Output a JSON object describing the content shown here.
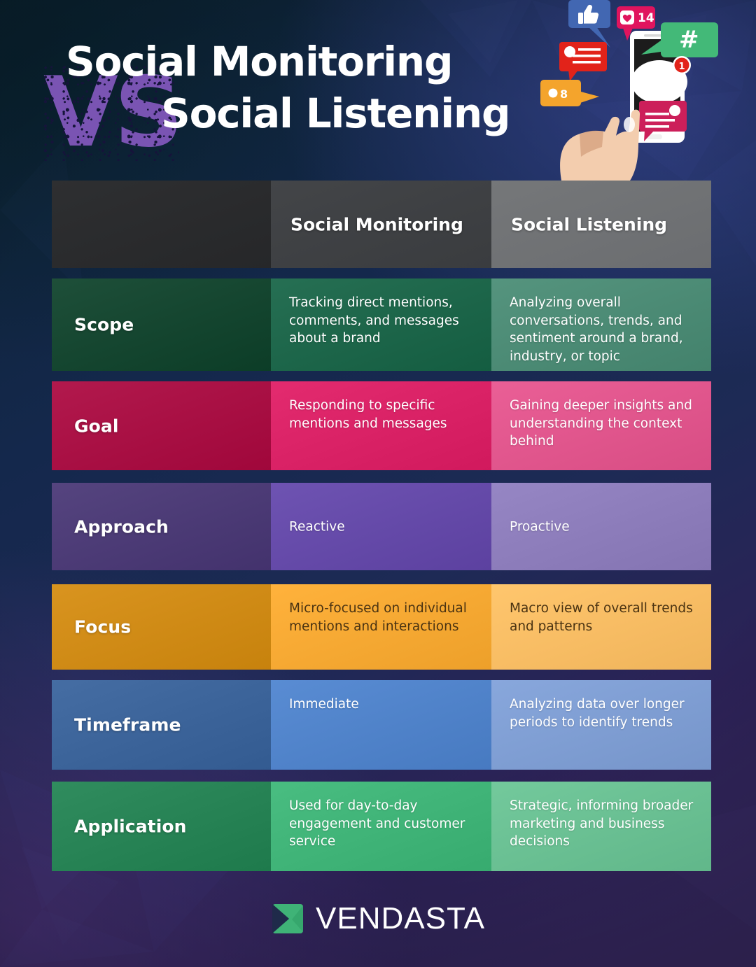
{
  "header": {
    "vs_mark": "VS",
    "title_line_1": "Social Monitoring",
    "title_line_2": "Social Listening"
  },
  "illustration": {
    "name": "social-media-phone-illustration",
    "like_icon": "thumbs-up-icon",
    "heart_icon": "heart-icon",
    "heart_count": "14",
    "hashtag_glyph": "#",
    "message_badge_count": "1",
    "comment_count": "8"
  },
  "table": {
    "columns": [
      "",
      "Social Monitoring",
      "Social Listening"
    ],
    "rows": [
      {
        "label": "Scope",
        "monitoring": "Tracking direct mentions, comments, and messages about a brand",
        "listening": "Analyzing overall conversations, trends, and sentiment around a brand, industry, or topic",
        "colors": {
          "label": "#14452f",
          "monitoring": "#1c6549",
          "listening": "#4b8a74"
        },
        "text_color": "light",
        "align": "top"
      },
      {
        "label": "Goal",
        "monitoring": "Responding to specific mentions and messages",
        "listening": "Gaining deeper insights and understanding the context behind",
        "colors": {
          "label": "#a80f43",
          "monitoring": "#d92165",
          "listening": "#e0558c"
        },
        "text_color": "light",
        "align": "top"
      },
      {
        "label": "Approach",
        "monitoring": "Reactive",
        "listening": "Proactive",
        "colors": {
          "label": "#4b3a75",
          "monitoring": "#6449a8",
          "listening": "#8c7cba"
        },
        "text_color": "light",
        "align": "middle"
      },
      {
        "label": "Focus",
        "monitoring": "Micro-focused on individual mentions and interactions",
        "listening": "Macro view of overall trends and patterns",
        "colors": {
          "label": "#cf8a15",
          "monitoring": "#f5a832",
          "listening": "#f7bc63"
        },
        "text_color": "dark",
        "align": "top"
      },
      {
        "label": "Timeframe",
        "monitoring": "Immediate",
        "listening": "Analyzing data over longer periods to identify trends",
        "colors": {
          "label": "#3b6399",
          "monitoring": "#4f82c9",
          "listening": "#7e9dd2"
        },
        "text_color": "light",
        "align": "top"
      },
      {
        "label": "Application",
        "monitoring": "Used for day-to-day engagement and customer service",
        "listening": "Strategic, informing broader marketing and business decisions",
        "colors": {
          "label": "#268254",
          "monitoring": "#3fb377",
          "listening": "#69bf92"
        },
        "text_color": "light",
        "align": "top"
      }
    ]
  },
  "footer": {
    "brand_name": "VENDASTA",
    "logo_color": "#3fb377"
  },
  "palette": {
    "background_dark": "#0c2231",
    "background_purple": "#3a2a63",
    "accent_purple": "#7a54b3"
  }
}
